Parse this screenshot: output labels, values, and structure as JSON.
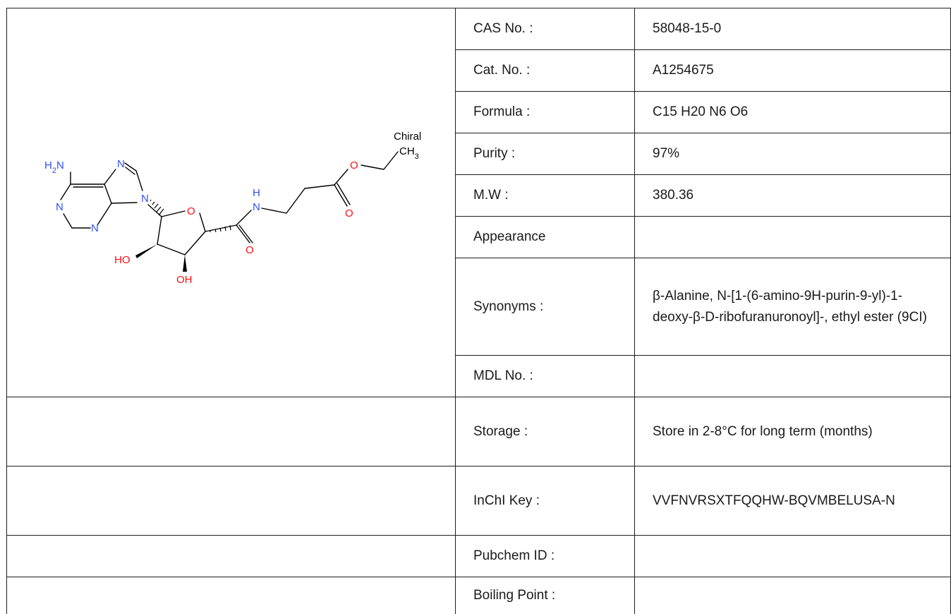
{
  "structure": {
    "icon": "chemical-structure-drawing",
    "atom_labels": {
      "nh2": "H2N",
      "n": "N",
      "o": "O",
      "nh_h": "H",
      "ho": "HO",
      "oh": "OH",
      "chiral": "Chiral",
      "ch3": "CH3"
    }
  },
  "rows": [
    {
      "label": "CAS No. :",
      "value": "58048-15-0"
    },
    {
      "label": "Cat. No. :",
      "value": "A1254675"
    },
    {
      "label": "Formula :",
      "value": "C15 H20 N6 O6"
    },
    {
      "label": "Purity :",
      "value": "97%"
    },
    {
      "label": "M.W :",
      "value": "380.36"
    },
    {
      "label": "Appearance",
      "value": ""
    },
    {
      "label": "Synonyms :",
      "value": "β-Alanine, N-[1-(6-amino-9H-purin-9-yl)-1-deoxy-β-D-ribofuranuronoyl]-, ethyl ester (9CI)"
    },
    {
      "label": "MDL No. :",
      "value": ""
    },
    {
      "label": "Storage :",
      "value": "Store in 2-8°C for long term (months)"
    },
    {
      "label": "InChI Key :",
      "value": "VVFNVRSXTFQQHW-BQVMBELUSA-N"
    },
    {
      "label": "Pubchem ID :",
      "value": ""
    },
    {
      "label": "Boiling Point :",
      "value": ""
    }
  ]
}
